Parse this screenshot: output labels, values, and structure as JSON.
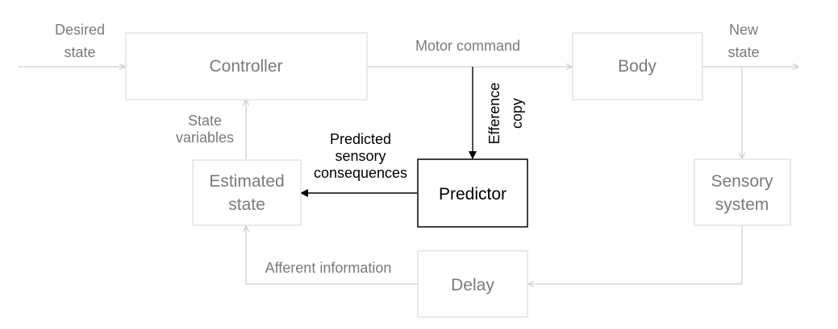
{
  "colors": {
    "faded": "#cfcfcf",
    "faded_text": "#7a7a7a",
    "emphasis": "#000000"
  },
  "nodes": {
    "controller": "Controller",
    "body": "Body",
    "estimated_state": [
      "Estimated",
      "state"
    ],
    "predictor": "Predictor",
    "sensory_system": [
      "Sensory",
      "system"
    ],
    "delay": "Delay"
  },
  "edges": {
    "desired_state": [
      "Desired",
      "state"
    ],
    "motor_command": "Motor command",
    "new_state": [
      "New",
      "state"
    ],
    "state_variables": [
      "State",
      "variables"
    ],
    "efference_copy": [
      "Efference",
      "copy"
    ],
    "predicted_sensory_consequences": [
      "Predicted",
      "sensory",
      "consequences"
    ],
    "afferent_information": "Afferent information"
  }
}
